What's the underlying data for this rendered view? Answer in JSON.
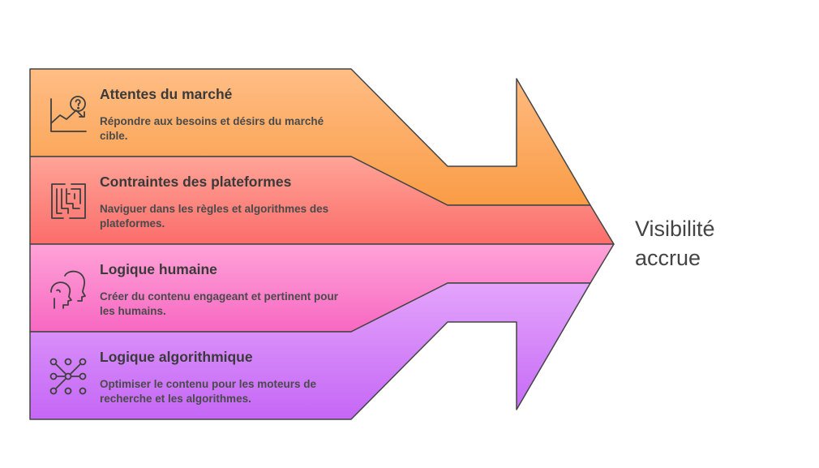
{
  "colors": {
    "orange_top": "#ffbd85",
    "orange_bottom": "#f99c45",
    "red_top": "#ffa497",
    "red_bottom": "#fb6d6b",
    "pink_top": "#ffa3d8",
    "pink_bottom": "#f768c2",
    "purple_top": "#e3a4fb",
    "purple_bottom": "#c567f6",
    "outline": "#444444"
  },
  "bands": [
    {
      "title": "Attentes du marché",
      "description": "Répondre aux besoins et désirs du marché cible.",
      "icon": "chart-question-icon"
    },
    {
      "title": "Contraintes des plateformes",
      "description": "Naviguer dans les règles et algorithmes des plateformes.",
      "icon": "maze-icon"
    },
    {
      "title": "Logique humaine",
      "description": "Créer du contenu engageant et pertinent pour les humains.",
      "icon": "two-heads-icon"
    },
    {
      "title": "Logique algorithmique",
      "description": "Optimiser le contenu pour les moteurs de recherche et les algorithmes.",
      "icon": "network-nodes-icon"
    }
  ],
  "outcome": {
    "line1": "Visibilité",
    "line2": "accrue"
  }
}
